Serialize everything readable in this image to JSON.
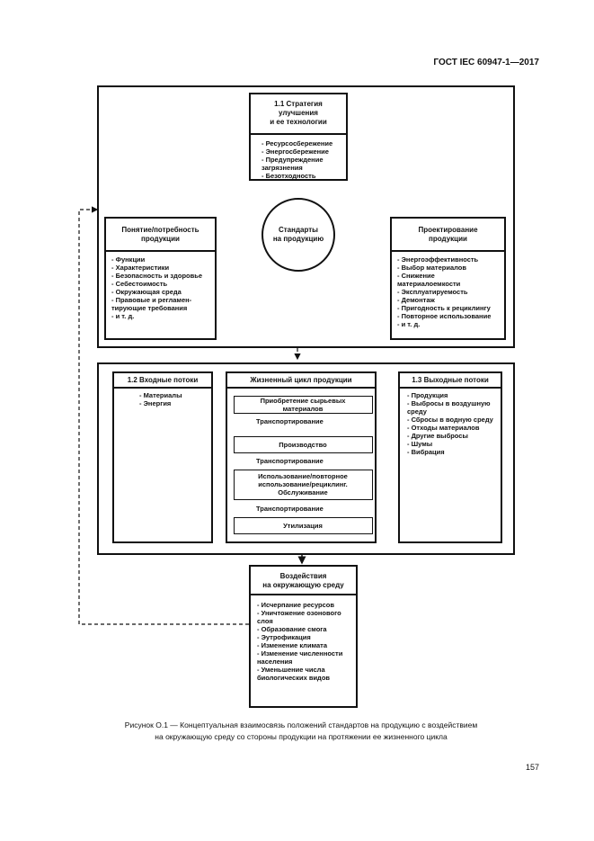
{
  "header": {
    "standard": "ГОСТ IEC 60947-1—2017"
  },
  "diagram": {
    "strategy": {
      "title": "1.1 Стратегия\nулучшения\nи ее технологии",
      "items": [
        "- Ресурсосбережение",
        "- Энергосбережение",
        "- Предупреждение\n  загрязнения",
        "- Безотходность"
      ]
    },
    "concept": {
      "title": "Понятие/потребность\nпродукции",
      "items": [
        "- Функции",
        "- Характеристики",
        "- Безопасность и здоровье",
        "- Себестоимость",
        "- Окружающая среда",
        "- Правовые и регламен-\n  тирующие требования",
        "- и т. д."
      ]
    },
    "standards": {
      "label": "Стандарты\nна продукцию"
    },
    "design": {
      "title": "Проектирование\nпродукции",
      "items": [
        "- Энергоэффективность",
        "- Выбор материалов",
        "- Снижение\n  материалоемкости",
        "- Эксплуатируемость",
        "- Демонтаж",
        "- Пригодность к рециклингу",
        "- Повторное использование",
        "- и т. д."
      ]
    },
    "inputs": {
      "title": "1.2 Входные потоки",
      "items": [
        "- Материалы",
        "- Энергия"
      ]
    },
    "lifecycle": {
      "title": "Жизненный цикл продукции",
      "stage1": "Приобретение сырьевых\nматериалов",
      "transport": "Транспортирование",
      "stage2": "Производство",
      "stage3": "Использование/повторное\nиспользование/рециклинг.\nОбслуживание",
      "stage4": "Утилизация"
    },
    "outputs": {
      "title": "1.3 Выходные потоки",
      "items": [
        "- Продукция",
        "- Выбросы в воздушную\n  среду",
        "- Сбросы в водную среду",
        "- Отходы материалов",
        "- Другие выбросы",
        "- Шумы",
        "- Вибрация"
      ]
    },
    "impacts": {
      "title": "Воздействия\nна окружающую среду",
      "items": [
        "- Исчерпание ресурсов",
        "- Уничтожение озонового\n  слоя",
        "- Образование смога",
        "- Эутрофикация",
        "- Изменение климата",
        "- Изменение численности\n  населения",
        "- Уменьшение числа\n  биологических видов"
      ]
    }
  },
  "caption": {
    "line1": "Рисунок О.1 — Концептуальная взаимосвязь положений стандартов на продукцию с воздействием",
    "line2": "на окружающую среду со стороны продукции на протяжении ее жизненного цикла"
  },
  "footer": {
    "page_number": "157"
  }
}
